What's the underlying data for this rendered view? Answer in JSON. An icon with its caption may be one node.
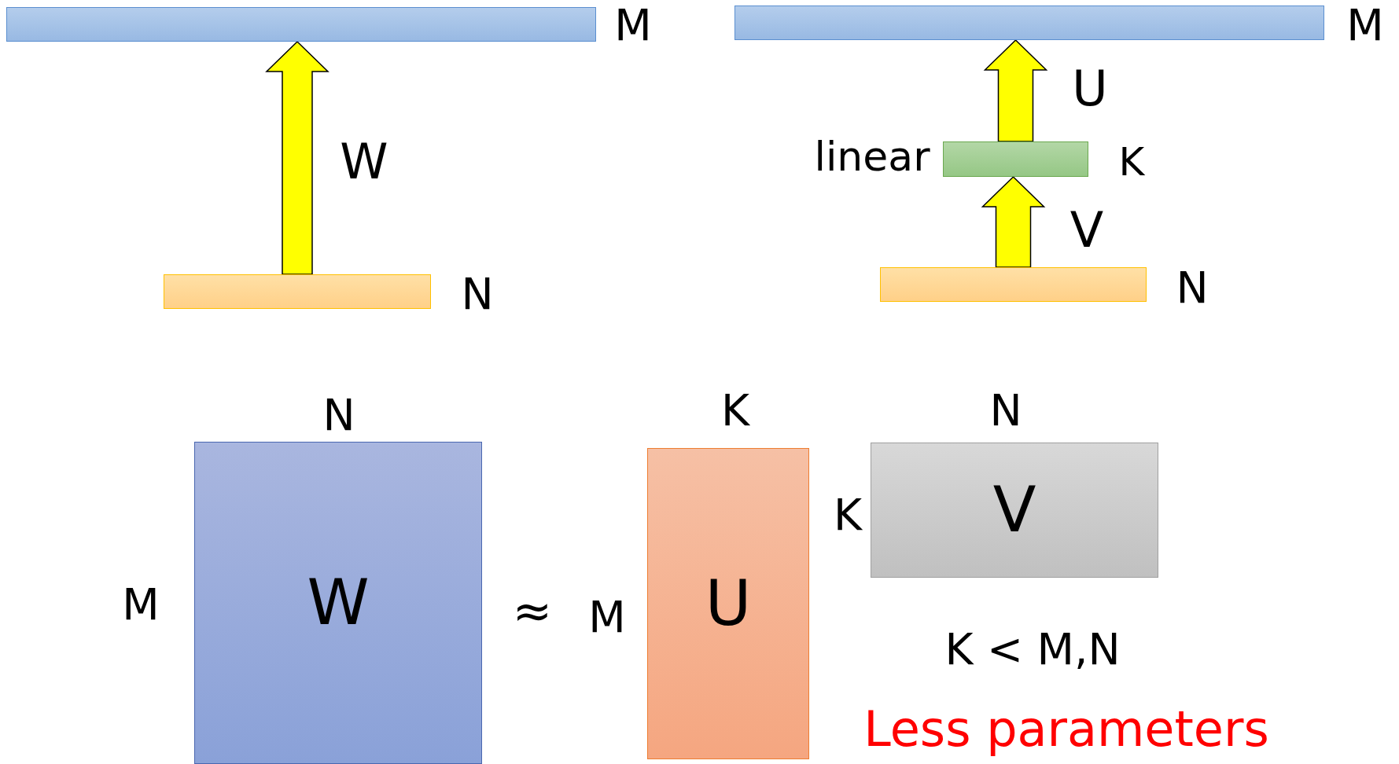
{
  "diagram": {
    "nodes": [
      {
        "text": [],
        "shape": "bar",
        "beside": [
          "M"
        ]
      },
      {
        "text": [],
        "shape": "bar",
        "beside": [
          "M"
        ]
      },
      {
        "text": [],
        "shape": "bar",
        "beside": [
          "linear",
          "K"
        ]
      },
      {
        "text": [],
        "shape": "bar",
        "beside": [
          "N"
        ]
      },
      {
        "text": [],
        "shape": "bar",
        "beside": [
          "N"
        ]
      },
      {
        "text": [
          "W"
        ],
        "beside": [
          "N",
          "M"
        ]
      },
      {
        "text": [
          "U"
        ],
        "beside": [
          "K",
          "M"
        ]
      },
      {
        "text": [
          "V"
        ],
        "beside": [
          "N",
          "K"
        ]
      }
    ],
    "edges": [
      {
        "from": 3,
        "to": 0,
        "arrow": "to",
        "label": "W",
        "style": "thick"
      },
      {
        "from": 4,
        "to": 2,
        "arrow": "to",
        "label": "V",
        "style": "thick"
      },
      {
        "from": 2,
        "to": 1,
        "arrow": "to",
        "label": "U",
        "style": "thick"
      }
    ],
    "labels": [
      "≈",
      "K < M,N",
      "Less parameters"
    ]
  }
}
